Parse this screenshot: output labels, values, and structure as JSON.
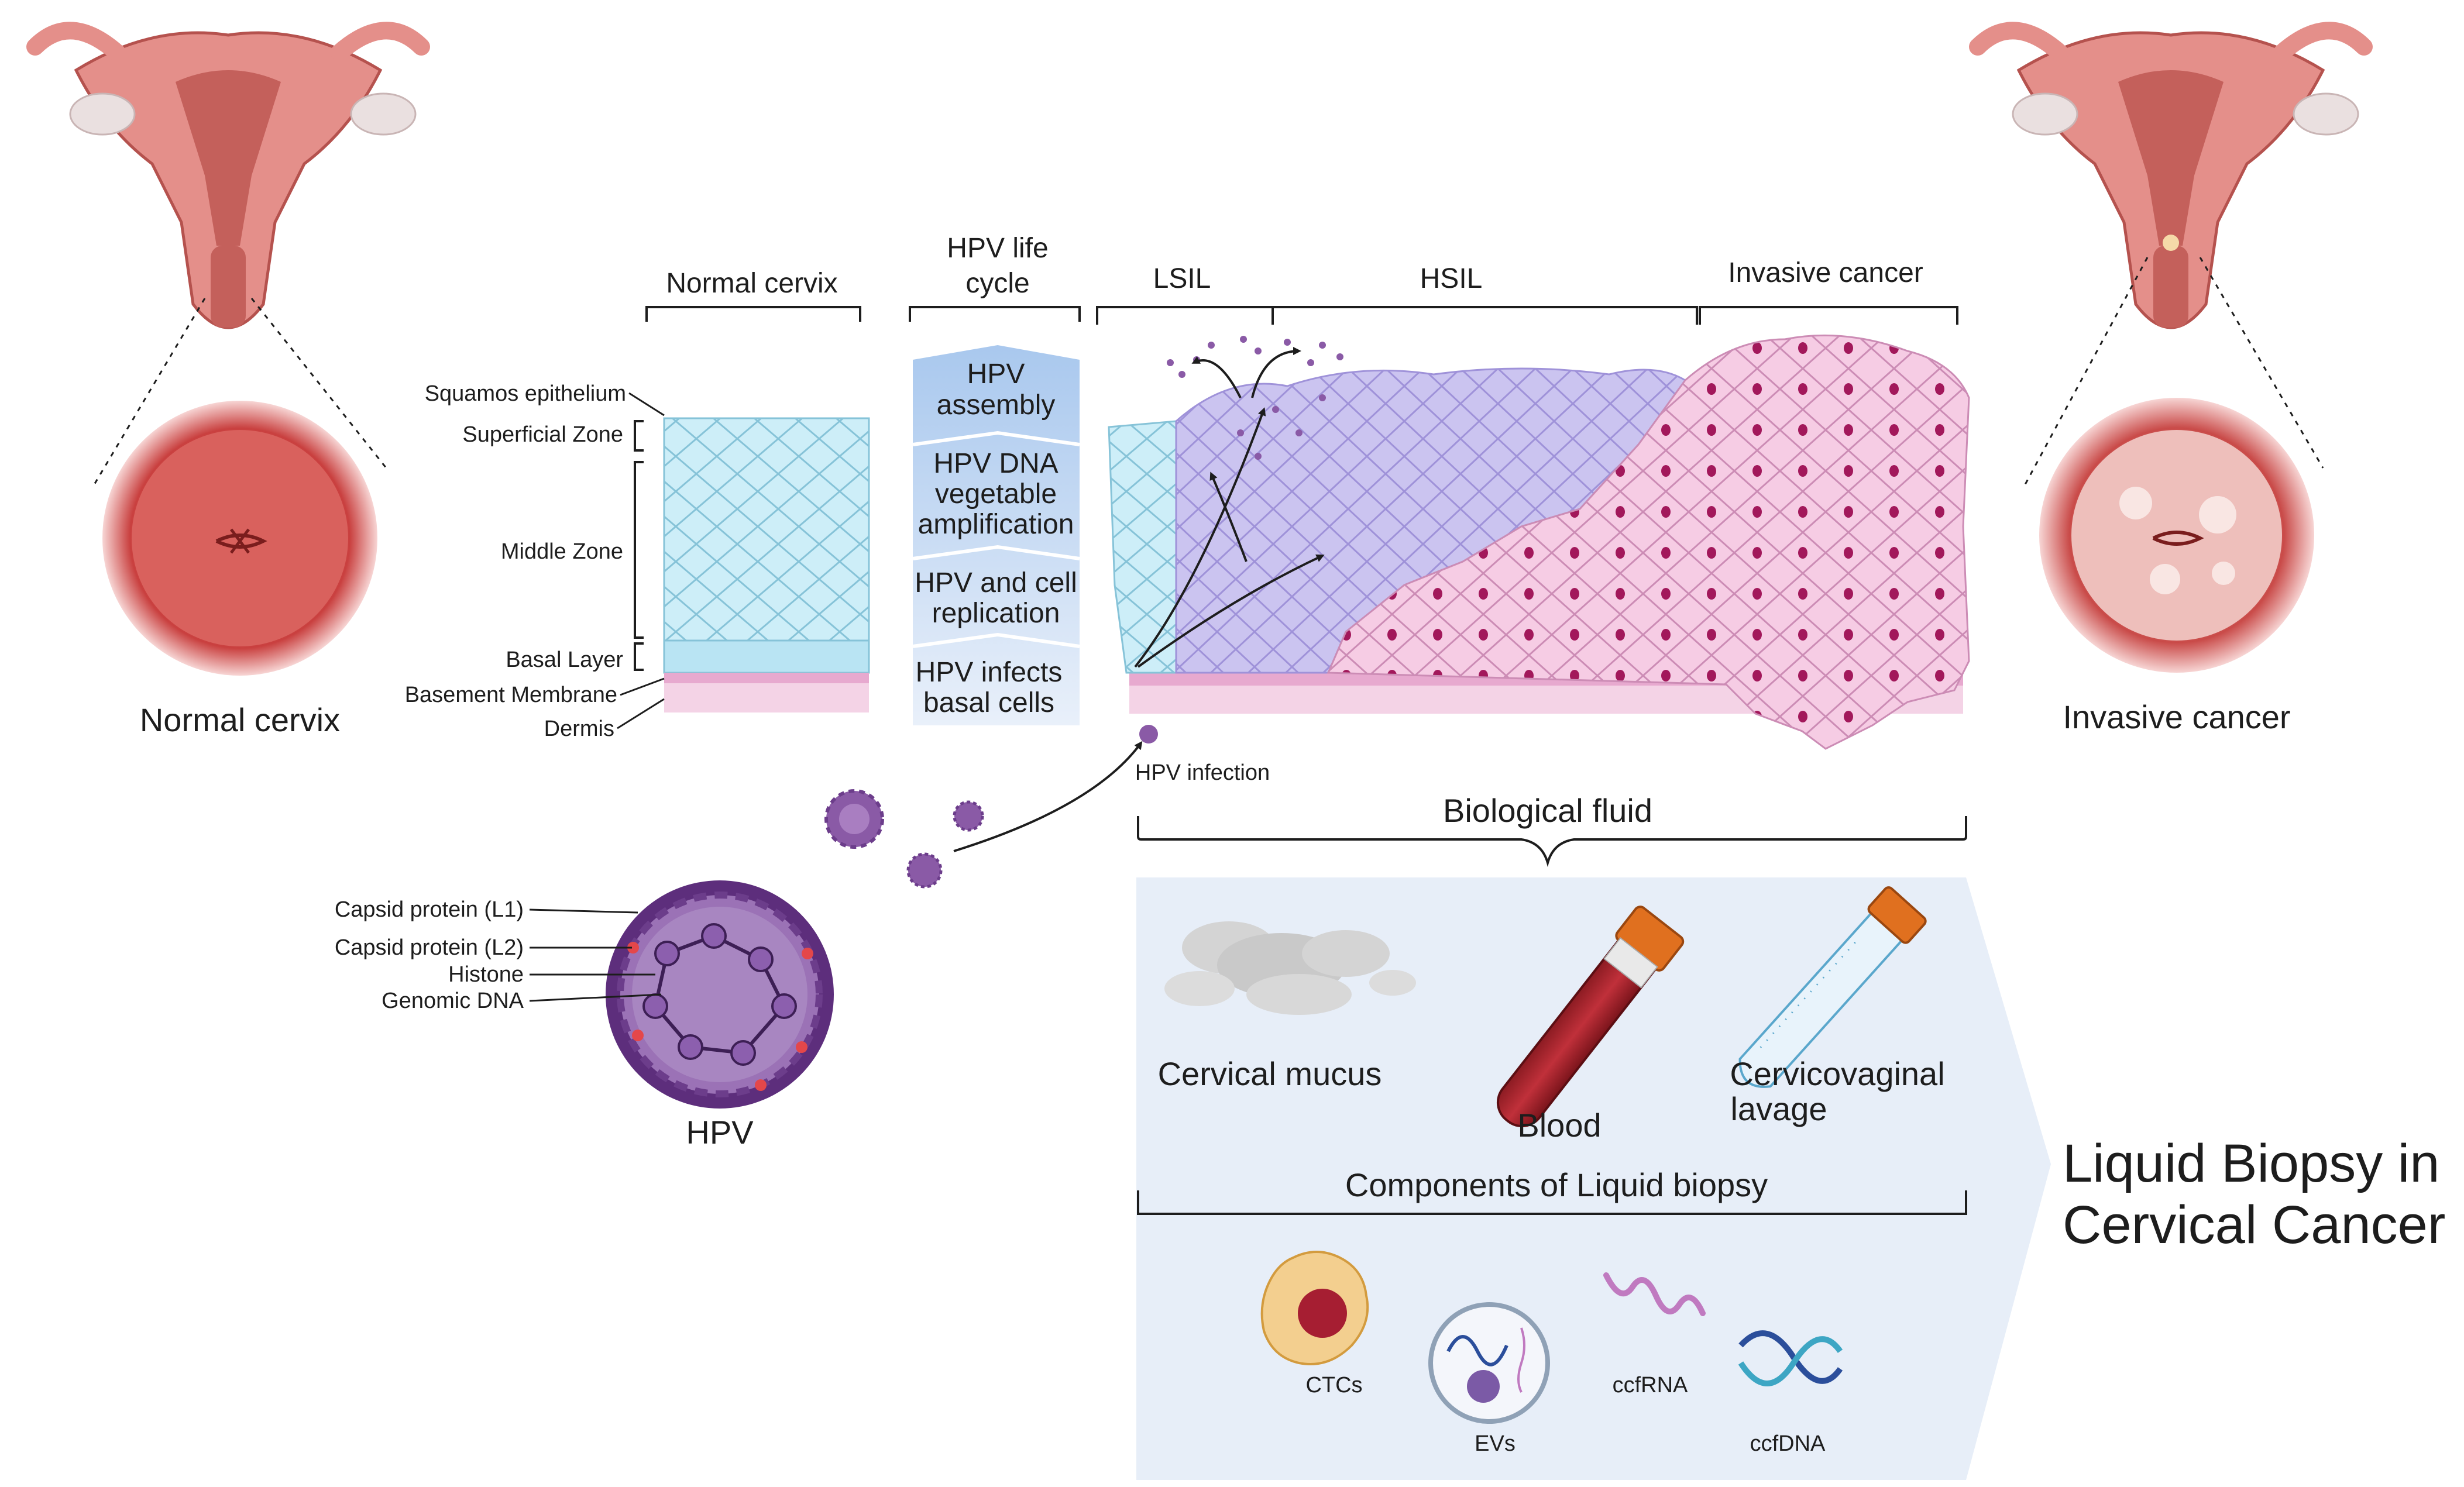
{
  "colors": {
    "normal_cell": "#cdeef8",
    "normal_stroke": "#7fbfd6",
    "lsil_cell": "#c9c2ef",
    "hsil_cell": "#c9bfee",
    "cancer_cell": "#f6c9e2",
    "cancer_stroke": "#c98ab3",
    "nucleus": "#a2185b",
    "basement": "#f0c6e0",
    "uterus": "#e48f8a",
    "virus": "#8a5aa6",
    "panel_bg": "#e7eef8",
    "blood": "#a5202a",
    "cap": "#e0701f"
  },
  "left_uterus": {
    "label": "Normal cervix"
  },
  "right_uterus": {
    "label": "Invasive cancer"
  },
  "normal_section": {
    "heading": "Normal cervix",
    "labels": {
      "squamous": "Squamos epithelium",
      "superficial": "Superficial Zone",
      "middle": "Middle Zone",
      "basal": "Basal Layer",
      "basement": "Basement Membrane",
      "dermis": "Dermis"
    }
  },
  "life_cycle": {
    "heading_line1": "HPV life",
    "heading_line2": "cycle",
    "steps": [
      {
        "line1": "HPV",
        "line2": "assembly",
        "line3": ""
      },
      {
        "line1": "HPV DNA",
        "line2": "vegetable",
        "line3": "amplification"
      },
      {
        "line1": "HPV and cell",
        "line2": "replication",
        "line3": ""
      },
      {
        "line1": "HPV infects",
        "line2": "basal cells",
        "line3": ""
      }
    ]
  },
  "lesion_headings": {
    "lsil": "LSIL",
    "hsil": "HSIL",
    "invasive": "Invasive cancer"
  },
  "hpv_infection_label": "HPV infection",
  "hpv_virus": {
    "name": "HPV",
    "labels": {
      "l1": "Capsid protein (L1)",
      "l2": "Capsid protein (L2)",
      "histone": "Histone",
      "dna": "Genomic DNA"
    }
  },
  "biological_fluid": {
    "heading": "Biological fluid",
    "items": {
      "mucus": "Cervical mucus",
      "blood": "Blood",
      "lavage_line1": "Cervicovaginal",
      "lavage_line2": "lavage"
    }
  },
  "components": {
    "heading": "Components of Liquid biopsy",
    "items": {
      "ctcs": "CTCs",
      "evs": "EVs",
      "ccfrna": "ccfRNA",
      "ccfdna": "ccfDNA"
    }
  },
  "title": {
    "line1": "Liquid Biopsy in",
    "line2": "Cervical Cancer"
  }
}
